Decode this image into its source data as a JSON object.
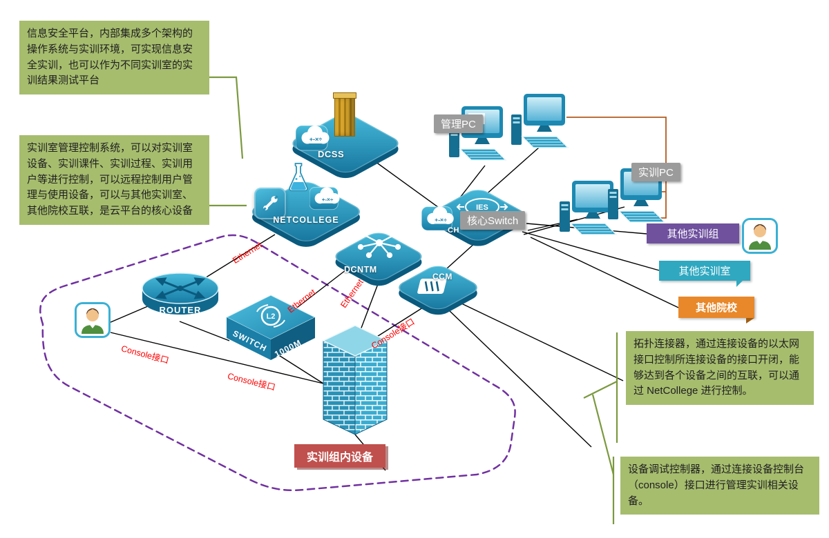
{
  "callouts": {
    "security_platform": "信息安全平台，内部集成多个架构的操作系统与实训环境，可实现信息安全实训，也可以作为不同实训室的实训结果测试平台",
    "management_system": "实训室管理控制系统，可以对实训室设备、实训课件、实训过程、实训用户等进行控制，可以远程控制用户管理与使用设备，可以与其他实训室、其他院校互联，是云平台的核心设备",
    "topology_connector": "拓扑连接器，通过连接设备的以太网接口控制所连接设备的接口开闭，能够达到各个设备之间的互联，可以通过 NetCollege 进行控制。",
    "debug_controller": "设备调试控制器，通过连接设备控制台（console）接口进行管理实训相关设备。"
  },
  "devices": {
    "dcss": {
      "label": "DCSS"
    },
    "netcollege": {
      "label": "NETCOLLEGE"
    },
    "dcntm": {
      "label": "DCNTM"
    },
    "ies": {
      "label": "IES",
      "partial": "CH"
    },
    "ccm": {
      "label": "CCM"
    },
    "router": {
      "label": "ROUTER"
    },
    "l2_switch": {
      "badge": "L2",
      "name": "SWITCH",
      "speed": "1000M"
    },
    "cloud_symbols": "+-×÷"
  },
  "tags": {
    "core_switch": "核心Switch",
    "mgmt_pc": "管理PC",
    "training_pc": "实训PC",
    "other_training_group": "其他实训组",
    "other_training_room": "其他实训室",
    "other_college": "其他院校",
    "group_internal_devices": "实训组内设备"
  },
  "links": {
    "ethernet": "Ethernet",
    "console": "Console接口"
  },
  "colors": {
    "callout_green": "#a6bd6e",
    "device_teal": "#1d89b2",
    "tag_gray": "#9b9b9b",
    "tag_purple": "#6f519e",
    "tag_teal": "#2fa8c0",
    "tag_orange": "#e8882a",
    "tag_red": "#c0504d",
    "link_red": "#ff0000",
    "boundary_purple": "#7030a0",
    "wire_orange": "#b35a1f",
    "connector_green": "#7b993f"
  }
}
